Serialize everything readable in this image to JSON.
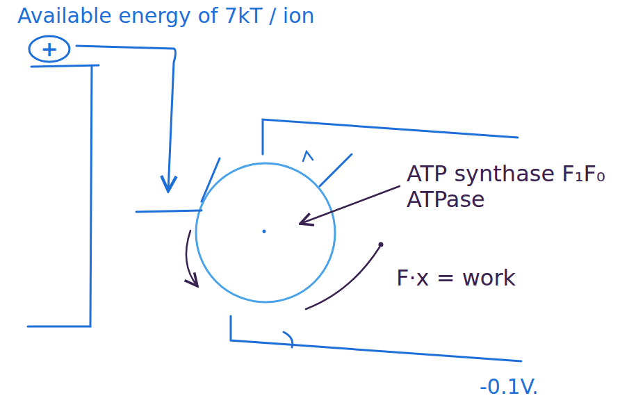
{
  "diagram": {
    "title": "Available energy of 7kT / ion",
    "nodes": [
      {
        "text": [
          "+"
        ]
      }
    ],
    "labels": [
      "ATP synthase F₁F₀ ATPase",
      "F·x = work",
      "-0.1V."
    ]
  }
}
